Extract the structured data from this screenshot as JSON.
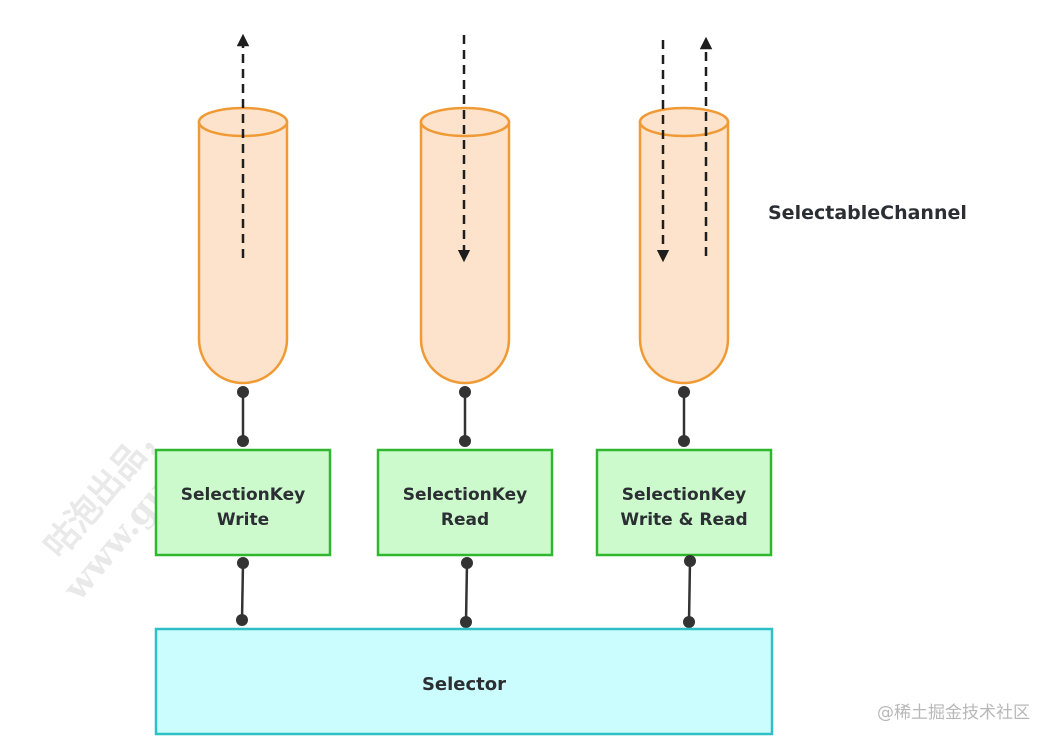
{
  "diagram": {
    "title_label": "SelectableChannel",
    "channels": [
      {
        "id": "write",
        "io_direction": "up",
        "key_line1": "SelectionKey",
        "key_line2": "Write"
      },
      {
        "id": "read",
        "io_direction": "down",
        "key_line1": "SelectionKey",
        "key_line2": "Read"
      },
      {
        "id": "write-read",
        "io_direction": "both",
        "key_line1": "SelectionKey",
        "key_line2": "Write & Read"
      }
    ],
    "selector_label": "Selector"
  },
  "watermark": {
    "line1": "咕泡出品，",
    "line2": "www.gu"
  },
  "credit": "@稀土掘金技术社区",
  "colors": {
    "cylinder_fill": "#fde3cc",
    "cylinder_stroke": "#ef9a34",
    "key_fill": "#cdfacd",
    "key_stroke": "#2fb82f",
    "selector_fill": "#ccfdfe",
    "selector_stroke": "#2ec0c4",
    "connector": "#333333",
    "arrow": "#1e1e1e"
  }
}
